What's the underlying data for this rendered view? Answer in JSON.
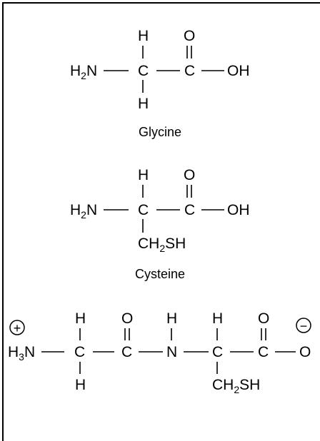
{
  "molecules": {
    "glycine": {
      "name": "Glycine",
      "amine_h": "H",
      "amine_n": "N",
      "amine_sub": "2",
      "h_top": "H",
      "carbon_alpha": "C",
      "h_bottom": "H",
      "oxygen": "O",
      "carbon_carboxyl": "C",
      "hydroxyl": "OH"
    },
    "cysteine": {
      "name": "Cysteine",
      "amine_h": "H",
      "amine_n": "N",
      "amine_sub": "2",
      "h_top": "H",
      "carbon_alpha": "C",
      "oxygen": "O",
      "carbon_carboxyl": "C",
      "hydroxyl": "OH",
      "side_c": "CH",
      "side_sub": "2",
      "side_s": "SH"
    },
    "dipeptide": {
      "plus": "+",
      "minus": "−",
      "amine_h": "H",
      "amine_sub": "3",
      "amine_n": "N",
      "h_top1": "H",
      "c_alpha1": "C",
      "h_bottom1": "H",
      "o_carbonyl1": "O",
      "c_carbonyl1": "C",
      "h_amide": "H",
      "n_amide": "N",
      "h_top2": "H",
      "c_alpha2": "C",
      "o_carbonyl2": "O",
      "c_carboxyl2": "C",
      "o_terminal": "O",
      "side_c": "CH",
      "side_sub": "2",
      "side_s": "SH"
    }
  }
}
